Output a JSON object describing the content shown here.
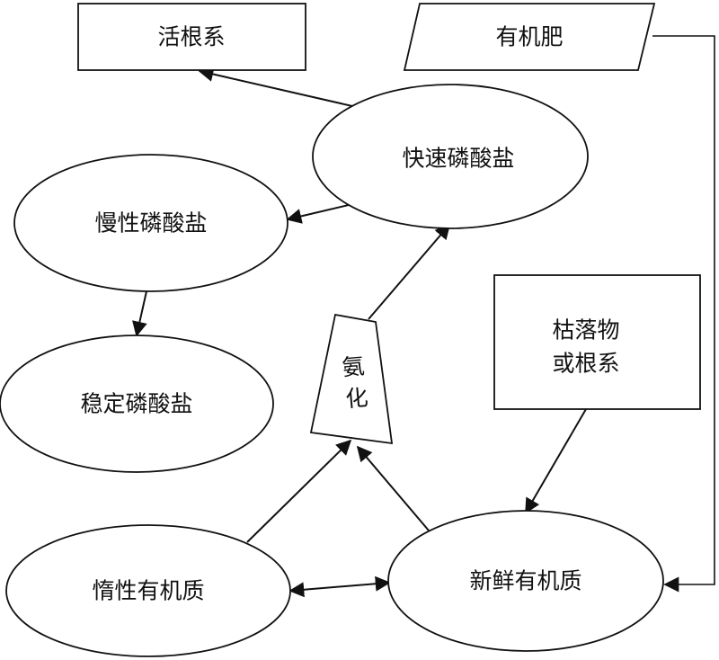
{
  "diagram": {
    "nodes": {
      "active_root": {
        "label": "活根系"
      },
      "organic_fertilizer": {
        "label": "有机肥"
      },
      "fast_phosphate": {
        "label": "快速磷酸盐"
      },
      "slow_phosphate": {
        "label": "慢性磷酸盐"
      },
      "stable_phosphate": {
        "label": "稳定磷酸盐"
      },
      "ammonification": {
        "label_line1": "氨",
        "label_line2": "化"
      },
      "litter_or_roots": {
        "label_line1": "枯落物",
        "label_line2": "或根系"
      },
      "inert_organic": {
        "label": "惰性有机质"
      },
      "fresh_organic": {
        "label": "新鲜有机质"
      }
    },
    "edges": [
      {
        "from": "fast_phosphate",
        "to": "active_root"
      },
      {
        "from": "fast_phosphate",
        "to": "slow_phosphate"
      },
      {
        "from": "slow_phosphate",
        "to": "stable_phosphate"
      },
      {
        "from": "ammonification",
        "to": "fast_phosphate"
      },
      {
        "from": "inert_organic",
        "to": "ammonification"
      },
      {
        "from": "fresh_organic",
        "to": "ammonification"
      },
      {
        "from": "inert_organic",
        "to": "fresh_organic",
        "bidirectional": true
      },
      {
        "from": "litter_or_roots",
        "to": "fresh_organic"
      },
      {
        "from": "organic_fertilizer",
        "to": "fresh_organic"
      }
    ]
  }
}
